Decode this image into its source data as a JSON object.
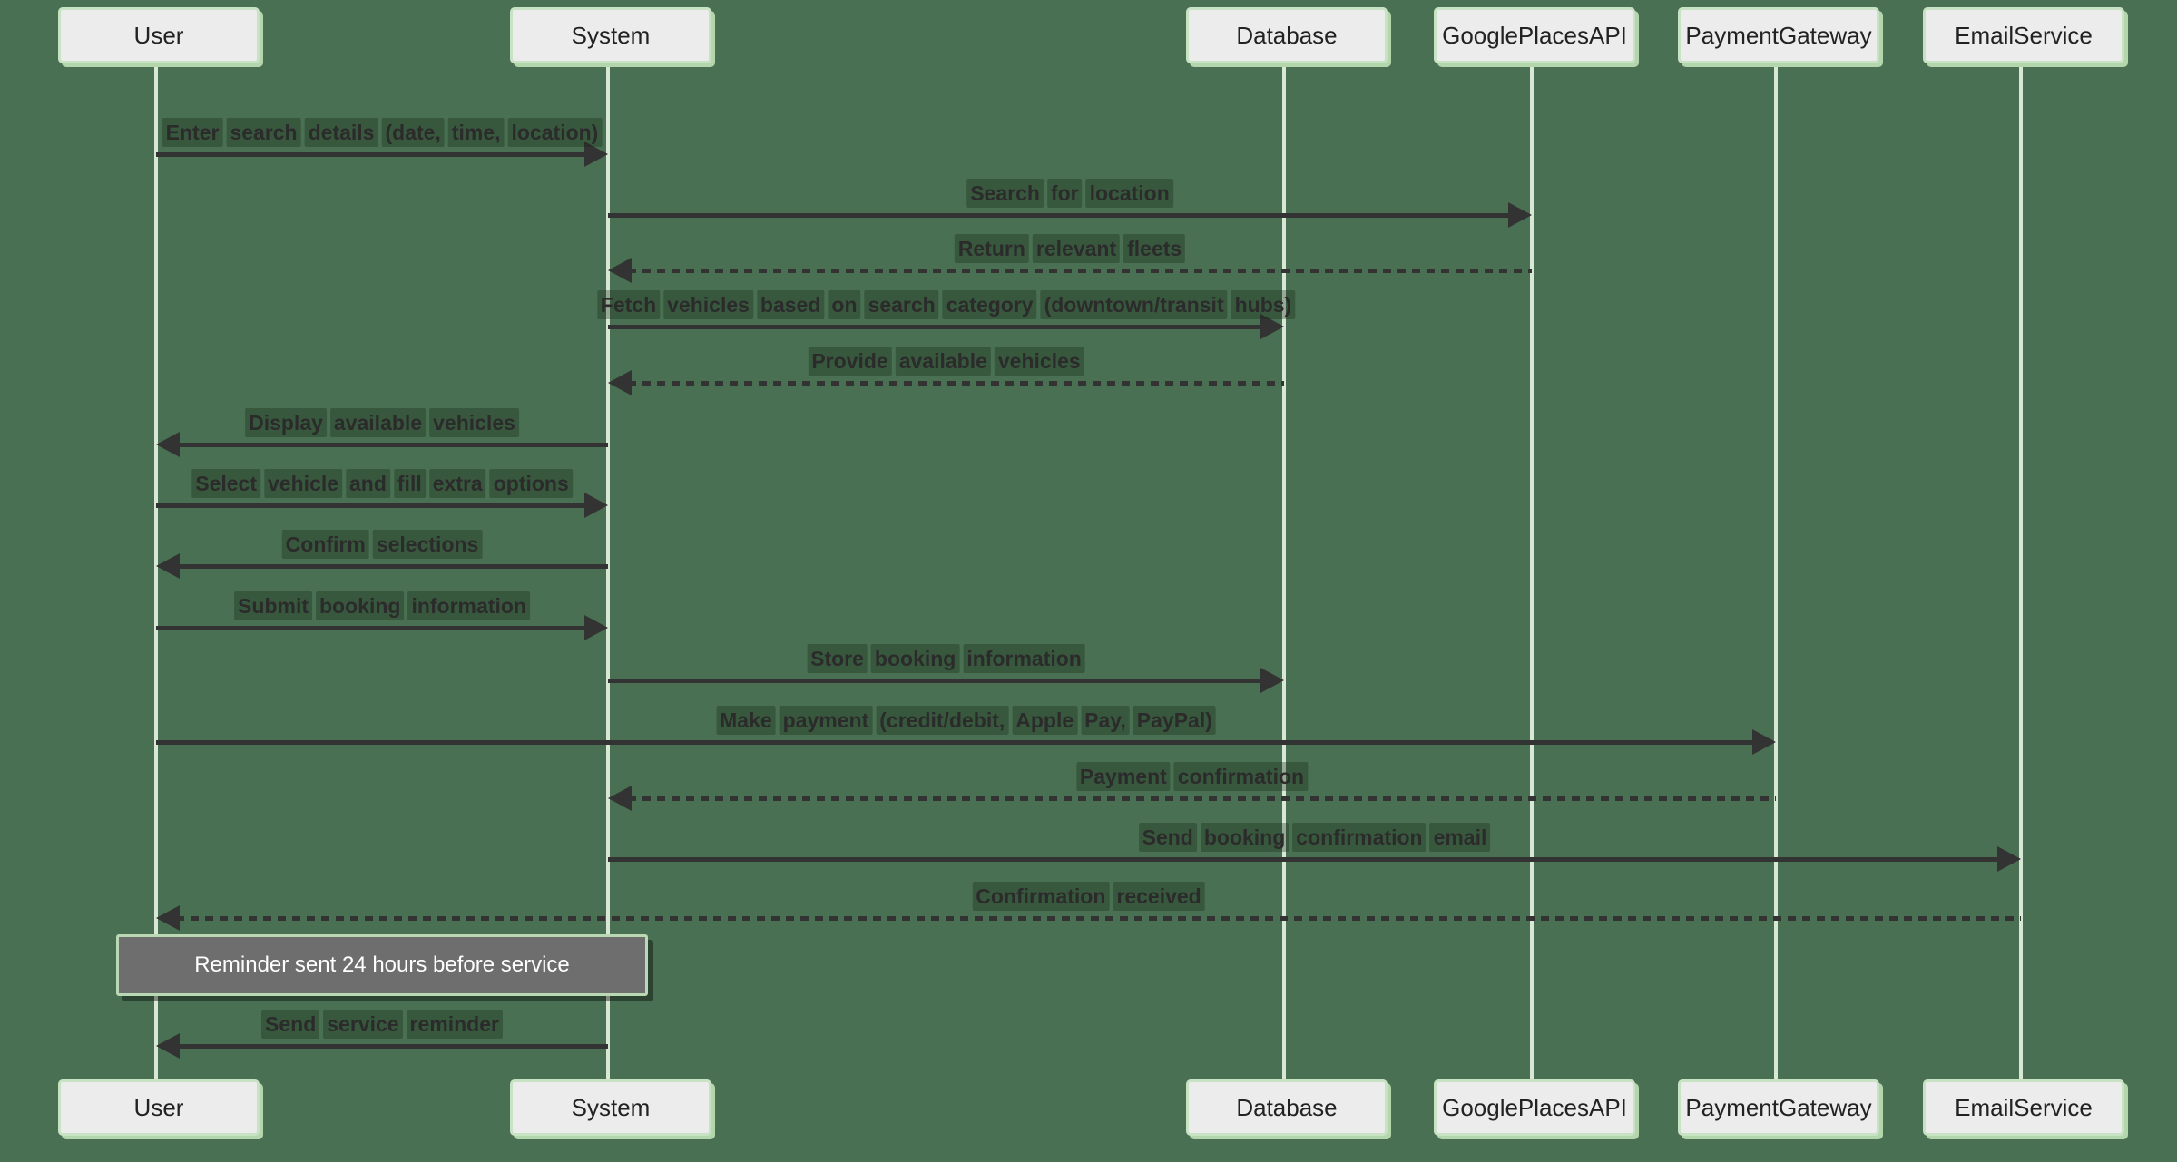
{
  "diagram": {
    "type": "sequence-diagram",
    "participants": [
      {
        "label": "User"
      },
      {
        "label": "System"
      },
      {
        "label": "Database"
      },
      {
        "label": "GooglePlacesAPI"
      },
      {
        "label": "PaymentGateway"
      },
      {
        "label": "EmailService"
      }
    ],
    "messages": [
      {
        "from": "User",
        "to": "System",
        "label": "Enter search details (date, time, location)",
        "line": "solid"
      },
      {
        "from": "System",
        "to": "GooglePlacesAPI",
        "label": "Search for location",
        "line": "solid"
      },
      {
        "from": "GooglePlacesAPI",
        "to": "System",
        "label": "Return relevant fleets",
        "line": "dashed"
      },
      {
        "from": "System",
        "to": "Database",
        "label": "Fetch vehicles based on search category (downtown/transit hubs)",
        "line": "solid"
      },
      {
        "from": "Database",
        "to": "System",
        "label": "Provide available vehicles",
        "line": "dashed"
      },
      {
        "from": "System",
        "to": "User",
        "label": "Display available vehicles",
        "line": "solid"
      },
      {
        "from": "User",
        "to": "System",
        "label": "Select vehicle and fill extra options",
        "line": "solid"
      },
      {
        "from": "System",
        "to": "User",
        "label": "Confirm selections",
        "line": "solid"
      },
      {
        "from": "User",
        "to": "System",
        "label": "Submit booking information",
        "line": "solid"
      },
      {
        "from": "System",
        "to": "Database",
        "label": "Store booking information",
        "line": "solid"
      },
      {
        "from": "User",
        "to": "PaymentGateway",
        "label": "Make payment (credit/debit, Apple Pay, PayPal)",
        "line": "solid"
      },
      {
        "from": "PaymentGateway",
        "to": "System",
        "label": "Payment confirmation",
        "line": "dashed"
      },
      {
        "from": "System",
        "to": "EmailService",
        "label": "Send booking confirmation email",
        "line": "solid"
      },
      {
        "from": "EmailService",
        "to": "User",
        "label": "Confirmation received",
        "line": "dashed"
      },
      {
        "from": "System",
        "to": "User",
        "label": "Send service reminder",
        "line": "solid"
      }
    ],
    "notes": [
      {
        "text": "Reminder sent 24 hours before service",
        "over": [
          "User",
          "System"
        ]
      }
    ],
    "colors": {
      "background": "#4a7053",
      "actor_fill": "#ececec",
      "actor_border": "#c8e3c3",
      "lifeline": "#d9e7d6",
      "arrow": "#333333",
      "label_text": "#2b2b2b",
      "note_fill": "#6e6e6e",
      "note_text": "#ffffff",
      "note_border": "#b9d8b3"
    }
  }
}
